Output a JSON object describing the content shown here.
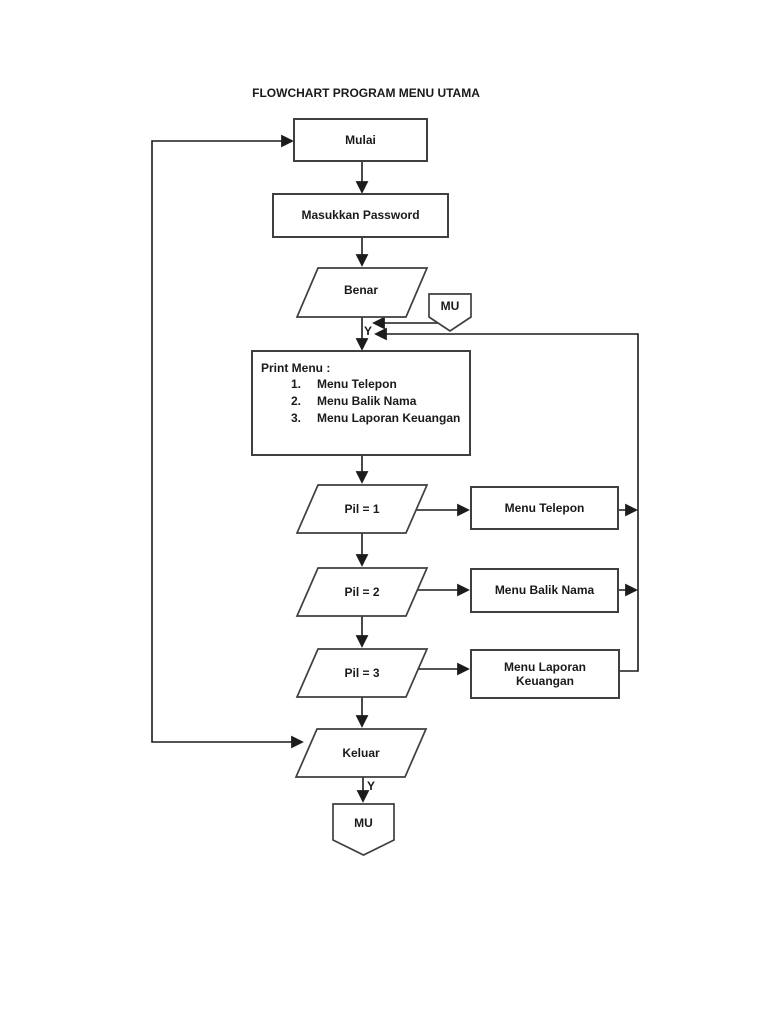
{
  "document": {
    "title": "FLOWCHART PROGRAM MENU UTAMA"
  },
  "nodes": {
    "mulai": {
      "label": "Mulai"
    },
    "masukkan_password": {
      "label": "Masukkan Password"
    },
    "benar": {
      "label": "Benar"
    },
    "mu_top": {
      "label": "MU"
    },
    "print_menu": {
      "title": "Print Menu :",
      "items": [
        {
          "num": "1.",
          "label": "Menu Telepon"
        },
        {
          "num": "2.",
          "label": "Menu Balik Nama"
        },
        {
          "num": "3.",
          "label": "Menu Laporan Keuangan"
        }
      ]
    },
    "pil_1": {
      "label": "Pil = 1"
    },
    "pil_2": {
      "label": "Pil = 2"
    },
    "pil_3": {
      "label": "Pil = 3"
    },
    "menu_telepon": {
      "label": "Menu Telepon"
    },
    "menu_balik_nama": {
      "label": "Menu Balik Nama"
    },
    "menu_laporan_keuangan": {
      "label": "Menu Laporan Keuangan"
    },
    "keluar": {
      "label": "Keluar"
    },
    "mu_bottom": {
      "label": "MU"
    }
  },
  "edge_labels": {
    "benar_yes": "Y",
    "keluar_yes": "Y"
  },
  "colors": {
    "background": "#ffffff",
    "shape_border": "#3f3f3f",
    "connector": "#1c1c1c",
    "text": "#1a1a1a"
  }
}
